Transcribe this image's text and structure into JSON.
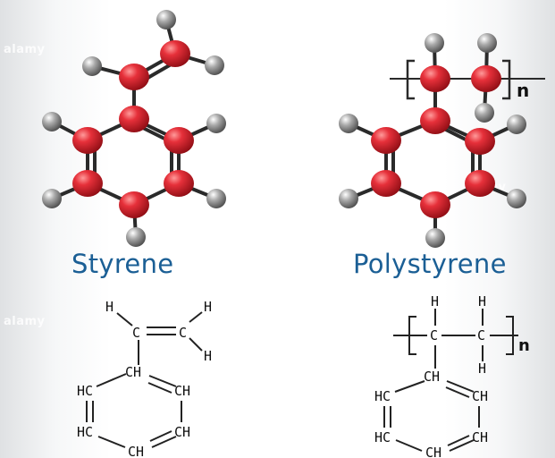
{
  "titles": {
    "left": "Styrene",
    "right": "Polystyrene"
  },
  "labels": {
    "H": "H",
    "C": "C",
    "CH": "CH",
    "HC": "HC",
    "n": "n"
  },
  "watermark": "alamy",
  "colors": {
    "carbon": "#d81f2a",
    "hydrogen": "#8e8e8e",
    "bond": "#2a2a2a",
    "title": "#1b5f95",
    "text": "#111111"
  },
  "icons": {
    "carbon_atom": "red-sphere",
    "hydrogen_atom": "gray-sphere"
  }
}
